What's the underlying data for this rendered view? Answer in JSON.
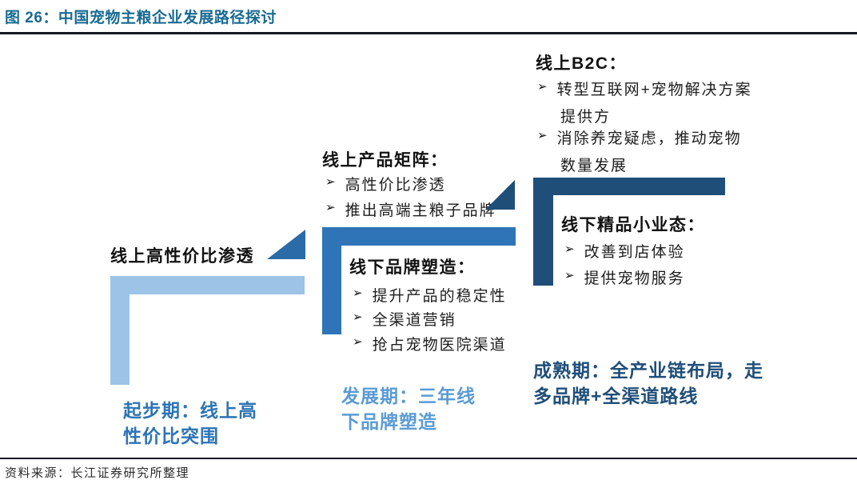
{
  "header": {
    "title": "图 26：中国宠物主粮企业发展路径探讨"
  },
  "footer": {
    "source": "资料来源：长江证券研究所整理"
  },
  "glyphs": {
    "bullet": "➢"
  },
  "colors": {
    "title": "#186a92",
    "stage1_shape": "#9DC3E6",
    "stage2_shape": "#2F74B6",
    "stage3_shape": "#1F4E79",
    "phase1_label": "#2E74B5",
    "phase2_label": "#5B9BD5",
    "phase3_label": "#1F4E79"
  },
  "stages": {
    "stage1": {
      "headline": "线上高性价比渗透",
      "phase_label_lines": [
        "起步期：线上高",
        "性价比突围"
      ]
    },
    "stage2": {
      "online": {
        "header": "线上产品矩阵：",
        "bullets": [
          "高性价比渗透",
          "推出高端主粮子品牌"
        ]
      },
      "offline": {
        "header": "线下品牌塑造：",
        "bullets": [
          "提升产品的稳定性",
          "全渠道营销",
          "抢占宠物医院渠道"
        ]
      },
      "phase_label_lines": [
        "发展期：三年线",
        "下品牌塑造"
      ]
    },
    "stage3": {
      "online": {
        "header": "线上B2C：",
        "bullets": [
          {
            "lines": [
              "转型互联网+宠物解决方案",
              "提供方"
            ]
          },
          {
            "lines": [
              "消除养宠疑虑，推动宠物",
              "数量发展"
            ]
          }
        ]
      },
      "offline": {
        "header": "线下精品小业态：",
        "bullets": [
          "改善到店体验",
          "提供宠物服务"
        ]
      },
      "phase_label_lines": [
        "成熟期：全产业链布局，走",
        "多品牌+全渠道路线"
      ]
    }
  }
}
